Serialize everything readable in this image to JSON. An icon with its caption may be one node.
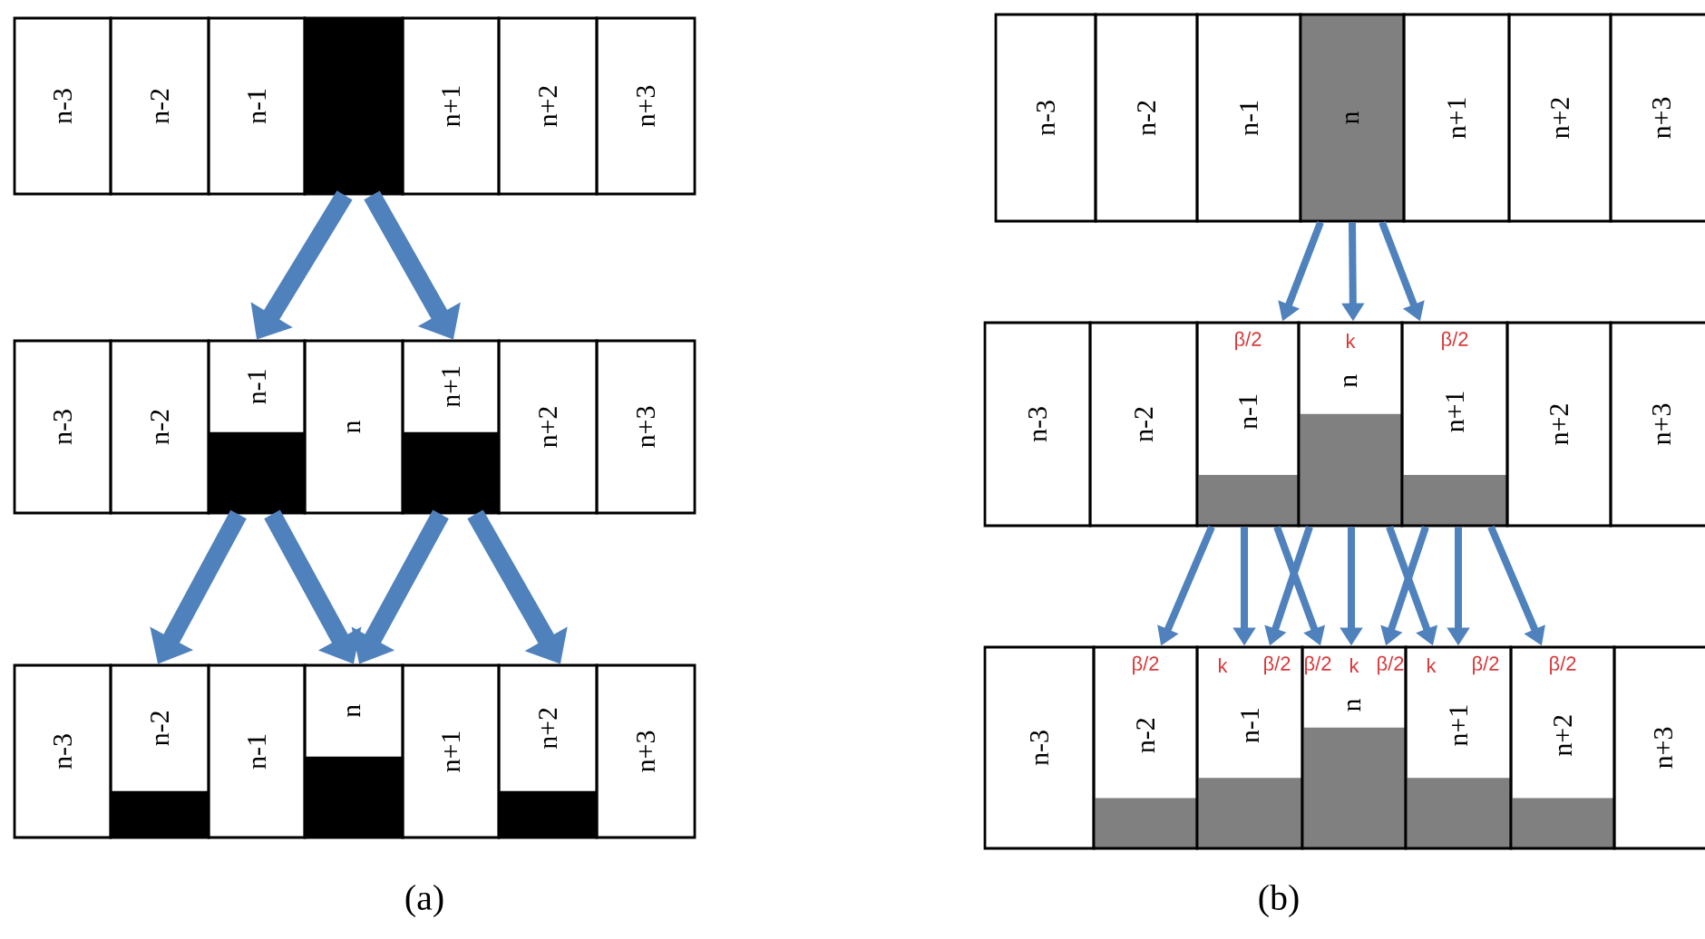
{
  "diagram": {
    "nodes": [
      {
        "text": [
          "n-3"
        ]
      },
      {
        "text": [
          "n-2"
        ]
      },
      {
        "text": [
          "n-1"
        ]
      },
      {
        "text": [],
        "shape": "box"
      },
      {
        "text": [
          "n+1"
        ]
      },
      {
        "text": [
          "n+2"
        ]
      },
      {
        "text": [
          "n+3"
        ]
      },
      {
        "text": [
          "n-3"
        ]
      },
      {
        "text": [
          "n-2"
        ]
      },
      {
        "text": [
          "n-1"
        ]
      },
      {
        "text": [
          "n"
        ]
      },
      {
        "text": [
          "n+1"
        ]
      },
      {
        "text": [
          "n+2"
        ]
      },
      {
        "text": [
          "n+3"
        ]
      },
      {
        "text": [
          "n-3"
        ]
      },
      {
        "text": [
          "n-2"
        ]
      },
      {
        "text": [
          "n-1"
        ]
      },
      {
        "text": [
          "n"
        ]
      },
      {
        "text": [
          "n+1"
        ]
      },
      {
        "text": [
          "n+2"
        ]
      },
      {
        "text": [
          "n+3"
        ]
      },
      {
        "text": [
          "n-3"
        ]
      },
      {
        "text": [
          "n-2"
        ]
      },
      {
        "text": [
          "n-1"
        ]
      },
      {
        "text": [
          "n"
        ]
      },
      {
        "text": [
          "n+1"
        ]
      },
      {
        "text": [
          "n+2"
        ]
      },
      {
        "text": [
          "n+3"
        ]
      },
      {
        "text": [
          "n-3"
        ]
      },
      {
        "text": [
          "n-2"
        ]
      },
      {
        "text": [
          "n-1",
          "β/2"
        ]
      },
      {
        "text": [
          "n",
          "k"
        ]
      },
      {
        "text": [
          "n+1",
          "β/2"
        ]
      },
      {
        "text": [
          "n+2"
        ]
      },
      {
        "text": [
          "n+3"
        ]
      },
      {
        "text": [
          "n-3"
        ]
      },
      {
        "text": [
          "n-2",
          "β/2"
        ]
      },
      {
        "text": [
          "n-1",
          "k",
          "β/2"
        ]
      },
      {
        "text": [
          "n",
          "β/2",
          "k",
          "β/2"
        ]
      },
      {
        "text": [
          "n+1",
          "k",
          "β/2"
        ]
      },
      {
        "text": [
          "n+2",
          "β/2"
        ]
      },
      {
        "text": [
          "n+3"
        ]
      }
    ],
    "edges": [
      {
        "from": 3,
        "to": 9,
        "arrow": "to",
        "style": "thick"
      },
      {
        "from": 3,
        "to": 11,
        "arrow": "to",
        "style": "thick"
      },
      {
        "from": 9,
        "to": 15,
        "arrow": "to",
        "style": "thick"
      },
      {
        "from": 9,
        "to": 17,
        "arrow": "to",
        "style": "thick"
      },
      {
        "from": 11,
        "to": 17,
        "arrow": "to",
        "style": "thick"
      },
      {
        "from": 11,
        "to": 19,
        "arrow": "to",
        "style": "thick"
      },
      {
        "from": 24,
        "to": 30,
        "arrow": "to"
      },
      {
        "from": 24,
        "to": 31,
        "arrow": "to"
      },
      {
        "from": 24,
        "to": 32,
        "arrow": "to"
      },
      {
        "from": 30,
        "to": 36,
        "arrow": "to"
      },
      {
        "from": 30,
        "to": 37,
        "arrow": "to"
      },
      {
        "from": 30,
        "to": 38,
        "arrow": "to"
      },
      {
        "from": 31,
        "to": 37,
        "arrow": "to"
      },
      {
        "from": 31,
        "to": 38,
        "arrow": "to"
      },
      {
        "from": 31,
        "to": 39,
        "arrow": "to"
      },
      {
        "from": 32,
        "to": 38,
        "arrow": "to"
      },
      {
        "from": 32,
        "to": 39,
        "arrow": "to"
      },
      {
        "from": 32,
        "to": 40,
        "arrow": "to"
      }
    ],
    "labels": [
      "(a)",
      "(b)"
    ]
  }
}
